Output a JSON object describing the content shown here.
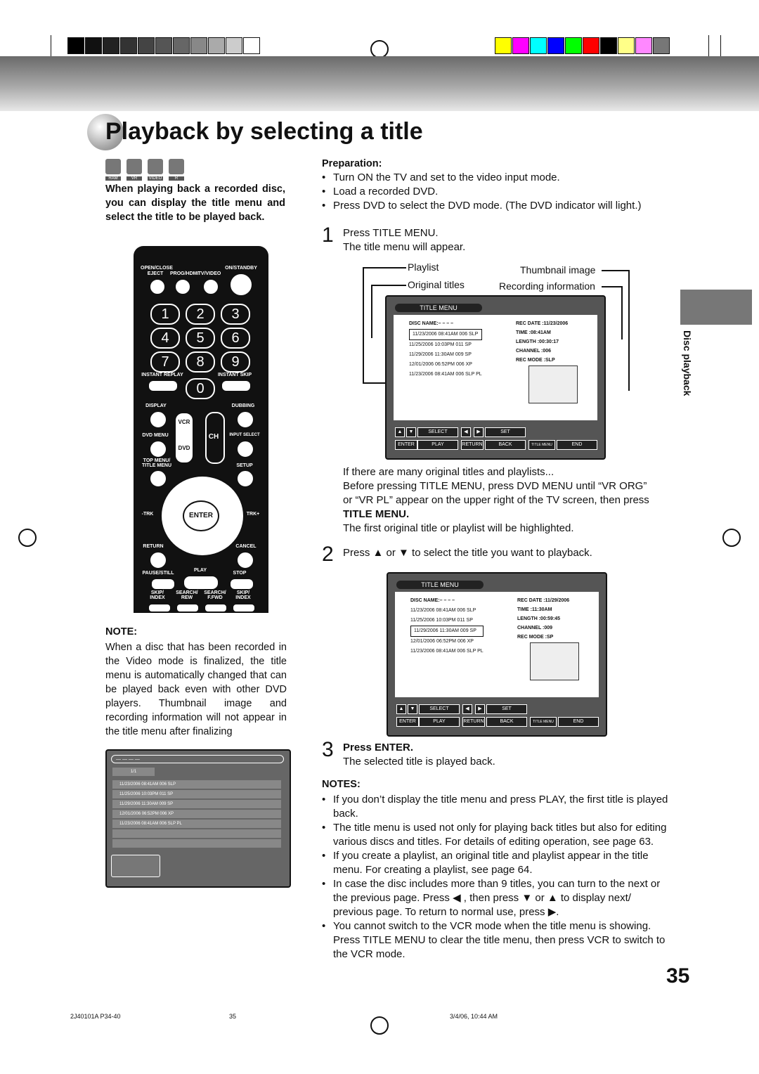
{
  "header": {
    "title": "Playback by selecting a title"
  },
  "disc_icons": [
    "RAM",
    "VR",
    "VIDEO",
    "R"
  ],
  "intro": "When playing back a recorded disc, you can display the title menu and select the title to be played back.",
  "remote": {
    "labels": [
      "OPEN/CLOSE",
      "EJECT",
      "PROG/HDMI",
      "TV/VIDEO",
      "ON/STANDBY",
      "INSTANT REPLAY",
      "INSTANT SKIP",
      "DISPLAY",
      "DUBBING",
      "VCR",
      "DVD MENU",
      "CH",
      "INPUT SELECT",
      "DVD",
      "TOP MENU/",
      "TITLE MENU",
      "SETUP",
      "-TRK",
      "ENTER",
      "TRK+",
      "RETURN",
      "CANCEL",
      "PLAY",
      "PAUSE/STILL",
      "STOP",
      "SKIP/",
      "INDEX",
      "SEARCH/",
      "REW",
      "SEARCH/",
      "F.FWD",
      "SKIP/",
      "INDEX"
    ],
    "keys": [
      "1",
      "2",
      "3",
      "4",
      "5",
      "6",
      "7",
      "8",
      "9",
      "0"
    ]
  },
  "note": {
    "heading": "NOTE:",
    "body": "When a disc that has been recorded in the Video mode is finalized, the title menu is automatically changed that can be played back even with other DVD players. Thumbnail image and recording information will not appear in the title menu after finalizing"
  },
  "small_menu": {
    "header": "— — — —",
    "page": "1/1",
    "rows": [
      "11/23/2006 08:41AM 006 SLP",
      "11/25/2006 10:03PM 011 SP",
      "11/29/2006 11:30AM 009 SP",
      "12/01/2006 06:52PM 006 XP",
      "11/23/2006 08:41AM 006 SLP PL"
    ]
  },
  "preparation": {
    "heading": "Preparation:",
    "items": [
      "Turn ON the TV and set to the video input mode.",
      "Load a recorded DVD.",
      "Press DVD to select the DVD mode. (The DVD indicator will light.)"
    ]
  },
  "step1": {
    "num": "1",
    "line1": "Press TITLE MENU.",
    "line2": "The title menu will appear."
  },
  "callouts": {
    "playlist": "Playlist",
    "original": "Original titles",
    "thumb": "Thumbnail image",
    "recinfo": "Recording information"
  },
  "menu1": {
    "title": "TITLE MENU",
    "disc_name": "DISC NAME:– – – –",
    "rows": [
      "11/23/2006 08:41AM 006 SLP",
      "11/25/2006 10:03PM 011 SP",
      "11/29/2006 11:30AM 009 SP",
      "12/01/2006 06:52PM 006 XP",
      "11/23/2006 08:41AM 006 SLP PL"
    ],
    "info": [
      "REC DATE  :11/23/2006",
      "TIME         :08:41AM",
      "LENGTH     :00:30:17",
      "CHANNEL   :006",
      "REC MODE :SLP"
    ],
    "btns": [
      "SELECT",
      "SET",
      "ENTER",
      "PLAY",
      "RETURN",
      "BACK",
      "TITLE MENU",
      "END"
    ]
  },
  "mid_text": {
    "l1": "If there are many original titles and playlists...",
    "l2": "Before pressing TITLE MENU, press DVD MENU until “VR ORG”",
    "l3": "or “VR PL” appear on the upper right of the TV screen, then press",
    "l4": "TITLE MENU.",
    "l5": "The first original title or playlist will be highlighted."
  },
  "step2": {
    "num": "2",
    "text": "Press ▲ or ▼ to select the title you want to playback."
  },
  "menu2": {
    "title": "TITLE MENU",
    "disc_name": "DISC NAME:– – – –",
    "rows": [
      "11/23/2006 08:41AM 006 SLP",
      "11/25/2006 10:03PM 011 SP",
      "11/29/2006 11:30AM 009 SP",
      "12/01/2006 06:52PM 006 XP",
      "11/23/2006 08:41AM 006 SLP PL"
    ],
    "info": [
      "REC DATE  :11/29/2006",
      "TIME         :11:30AM",
      "LENGTH     :00:59:45",
      "CHANNEL   :009",
      "REC MODE :SP"
    ],
    "btns": [
      "SELECT",
      "SET",
      "ENTER",
      "PLAY",
      "RETURN",
      "BACK",
      "TITLE MENU",
      "END"
    ]
  },
  "step3": {
    "num": "3",
    "line1": "Press ENTER.",
    "line2": "The selected title is played back."
  },
  "notes": {
    "heading": "NOTES:",
    "items": [
      "If you don’t display the title menu and press PLAY, the first title is played back.",
      "The title menu is used not only for playing back titles but also for editing various discs and titles. For details of editing operation, see page 63.",
      "If you create a playlist, an original title and playlist appear in the title menu. For creating a playlist, see page 64.",
      "In case the disc includes more than 9 titles, you can turn to the next or the previous page. Press ◀ , then press ▼ or ▲ to display next/ previous page. To return to normal use, press ▶.",
      "You cannot switch to the VCR mode when the title menu is showing. Press TITLE MENU to clear the title menu, then press VCR to switch to the VCR mode."
    ]
  },
  "side_tab": "Disc playback",
  "page_number": "35",
  "footer": {
    "left": "2J40101A P34-40",
    "center": "35",
    "right": "3/4/06, 10:44 AM"
  },
  "colors": {
    "gray_strip": [
      "#000000",
      "#111111",
      "#222222",
      "#333333",
      "#444444",
      "#555555",
      "#666666",
      "#888888",
      "#aaaaaa",
      "#cccccc",
      "#ffffff"
    ],
    "color_strip": [
      "#ffff00",
      "#ff00ff",
      "#00ffff",
      "#0000ff",
      "#00ff00",
      "#ff0000",
      "#000000",
      "#ffff88",
      "#ff88ff",
      "#777777"
    ]
  }
}
